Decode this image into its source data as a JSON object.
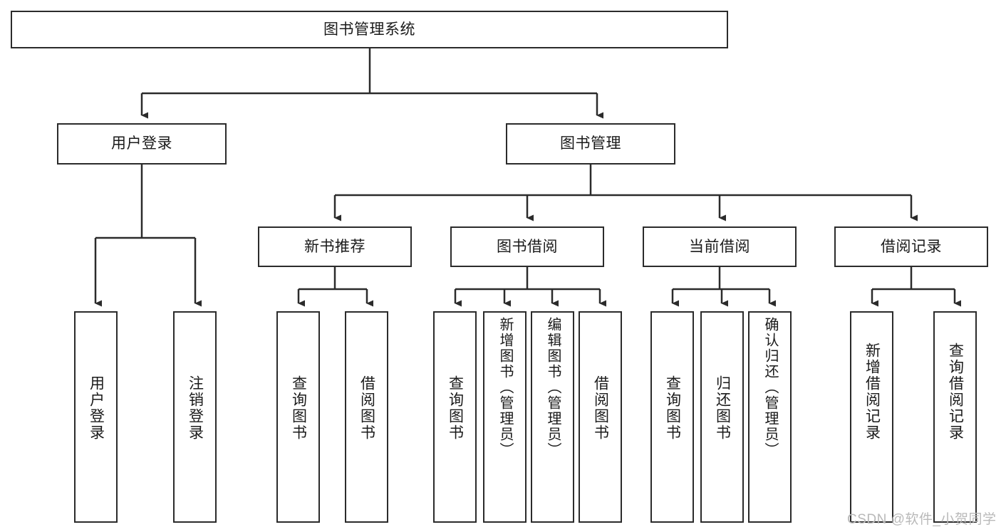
{
  "diagram": {
    "title": "图书管理系统",
    "type": "hierarchy-tree",
    "style": {
      "box_border": "#2b2b2b",
      "box_fill": "#ffffff",
      "edge_color": "#2b2b2b",
      "text_color": "#1a1a1a",
      "background": "#ffffff",
      "watermark_color": "#b9b9b9"
    },
    "root": {
      "id": "root",
      "label": "图书管理系统",
      "orientation": "horizontal"
    },
    "level2": [
      {
        "id": "user-login",
        "label": "用户登录",
        "orientation": "horizontal"
      },
      {
        "id": "book-manage",
        "label": "图书管理",
        "orientation": "horizontal"
      }
    ],
    "level3": [
      {
        "id": "new-book-recommend",
        "label": "新书推荐",
        "orientation": "horizontal",
        "parent": "book-manage"
      },
      {
        "id": "book-borrow",
        "label": "图书借阅",
        "orientation": "horizontal",
        "parent": "book-manage"
      },
      {
        "id": "current-borrow",
        "label": "当前借阅",
        "orientation": "horizontal",
        "parent": "book-manage"
      },
      {
        "id": "borrow-record",
        "label": "借阅记录",
        "orientation": "horizontal",
        "parent": "book-manage"
      }
    ],
    "leaves": [
      {
        "id": "leaf-user-login",
        "label": "用户登录",
        "parent": "user-login",
        "orientation": "vertical"
      },
      {
        "id": "leaf-user-logout",
        "label": "注销登录",
        "parent": "user-login",
        "orientation": "vertical"
      },
      {
        "id": "leaf-query-book-1",
        "label": "查询图书",
        "parent": "new-book-recommend",
        "orientation": "vertical"
      },
      {
        "id": "leaf-borrow-book-1",
        "label": "借阅图书",
        "parent": "new-book-recommend",
        "orientation": "vertical"
      },
      {
        "id": "leaf-query-book-2",
        "label": "查询图书",
        "parent": "book-borrow",
        "orientation": "vertical"
      },
      {
        "id": "leaf-add-book",
        "label": "新增图书（管理员）",
        "parent": "book-borrow",
        "orientation": "vertical"
      },
      {
        "id": "leaf-edit-book",
        "label": "编辑图书（管理员）",
        "parent": "book-borrow",
        "orientation": "vertical"
      },
      {
        "id": "leaf-borrow-book-2",
        "label": "借阅图书",
        "parent": "book-borrow",
        "orientation": "vertical"
      },
      {
        "id": "leaf-query-book-3",
        "label": "查询图书",
        "parent": "current-borrow",
        "orientation": "vertical"
      },
      {
        "id": "leaf-return-book",
        "label": "归还图书",
        "parent": "current-borrow",
        "orientation": "vertical"
      },
      {
        "id": "leaf-confirm-return",
        "label": "确认归还（管理员）",
        "parent": "current-borrow",
        "orientation": "vertical"
      },
      {
        "id": "leaf-add-record",
        "label": "新增借阅记录",
        "parent": "borrow-record",
        "orientation": "vertical"
      },
      {
        "id": "leaf-query-record",
        "label": "查询借阅记录",
        "parent": "borrow-record",
        "orientation": "vertical"
      }
    ],
    "watermark": "CSDN @软件_小贺同学"
  }
}
